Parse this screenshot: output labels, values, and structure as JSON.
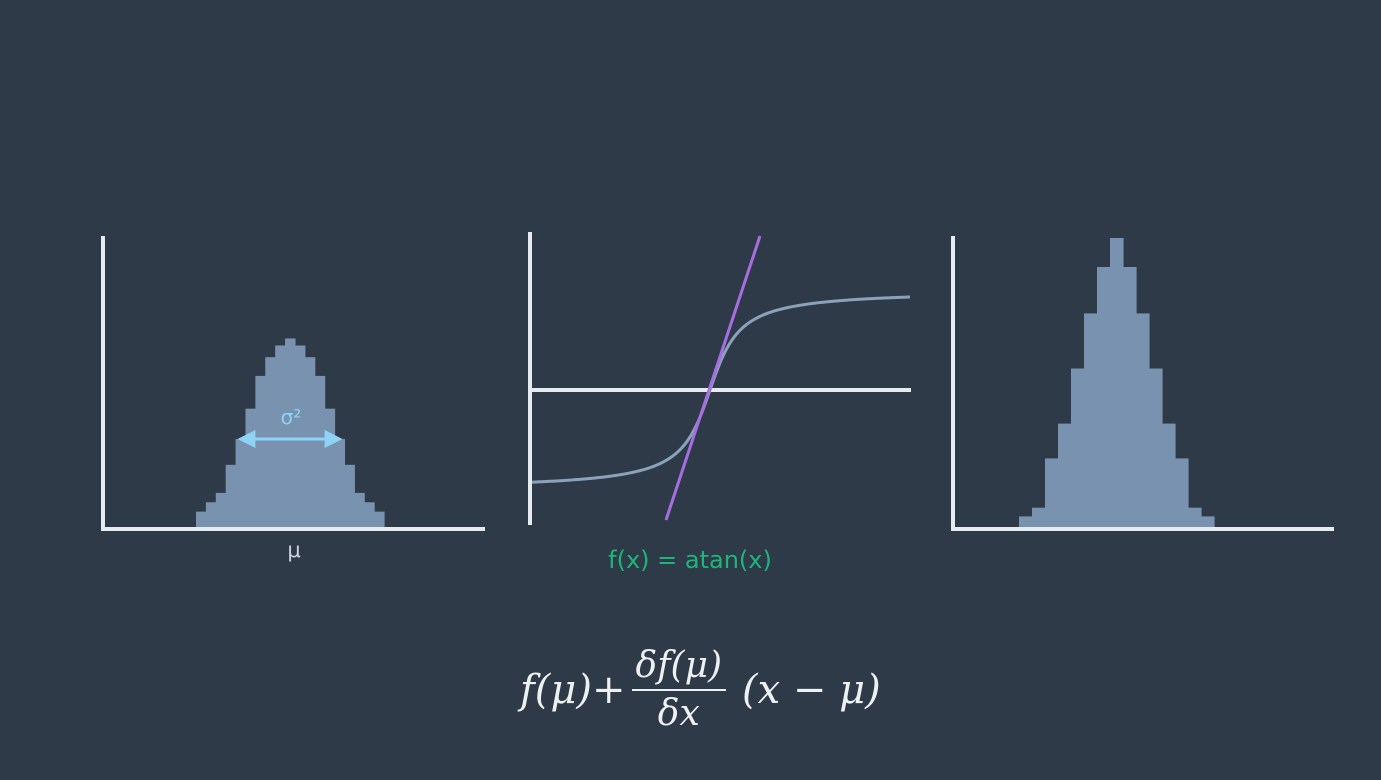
{
  "input_distribution": {
    "mean_label": "μ",
    "variance_label": "σ²",
    "histogram_heights": [
      0.07,
      0.11,
      0.15,
      0.27,
      0.38,
      0.51,
      0.65,
      0.73,
      0.78,
      0.81,
      0.78,
      0.73,
      0.65,
      0.51,
      0.38,
      0.27,
      0.15,
      0.11,
      0.07
    ]
  },
  "transform": {
    "label": "f(x) = atan(x)",
    "curve_color": "#8aa2bb",
    "tangent_color": "#a66ee0"
  },
  "output_distribution": {
    "histogram_heights": [
      0.04,
      0.07,
      0.24,
      0.36,
      0.55,
      0.74,
      0.9,
      1.0,
      0.9,
      0.74,
      0.55,
      0.36,
      0.24,
      0.07,
      0.04
    ]
  },
  "formula": {
    "lead": "f(μ)+",
    "numerator": "δf(μ)",
    "denominator": "δx",
    "tail": "(x − μ)"
  },
  "colors": {
    "background": "#2e3a47",
    "axis": "#e6ebf0",
    "histogram": "#7892b0",
    "variance_arrow": "#8fd3f4",
    "label_green": "#1fb57a"
  }
}
